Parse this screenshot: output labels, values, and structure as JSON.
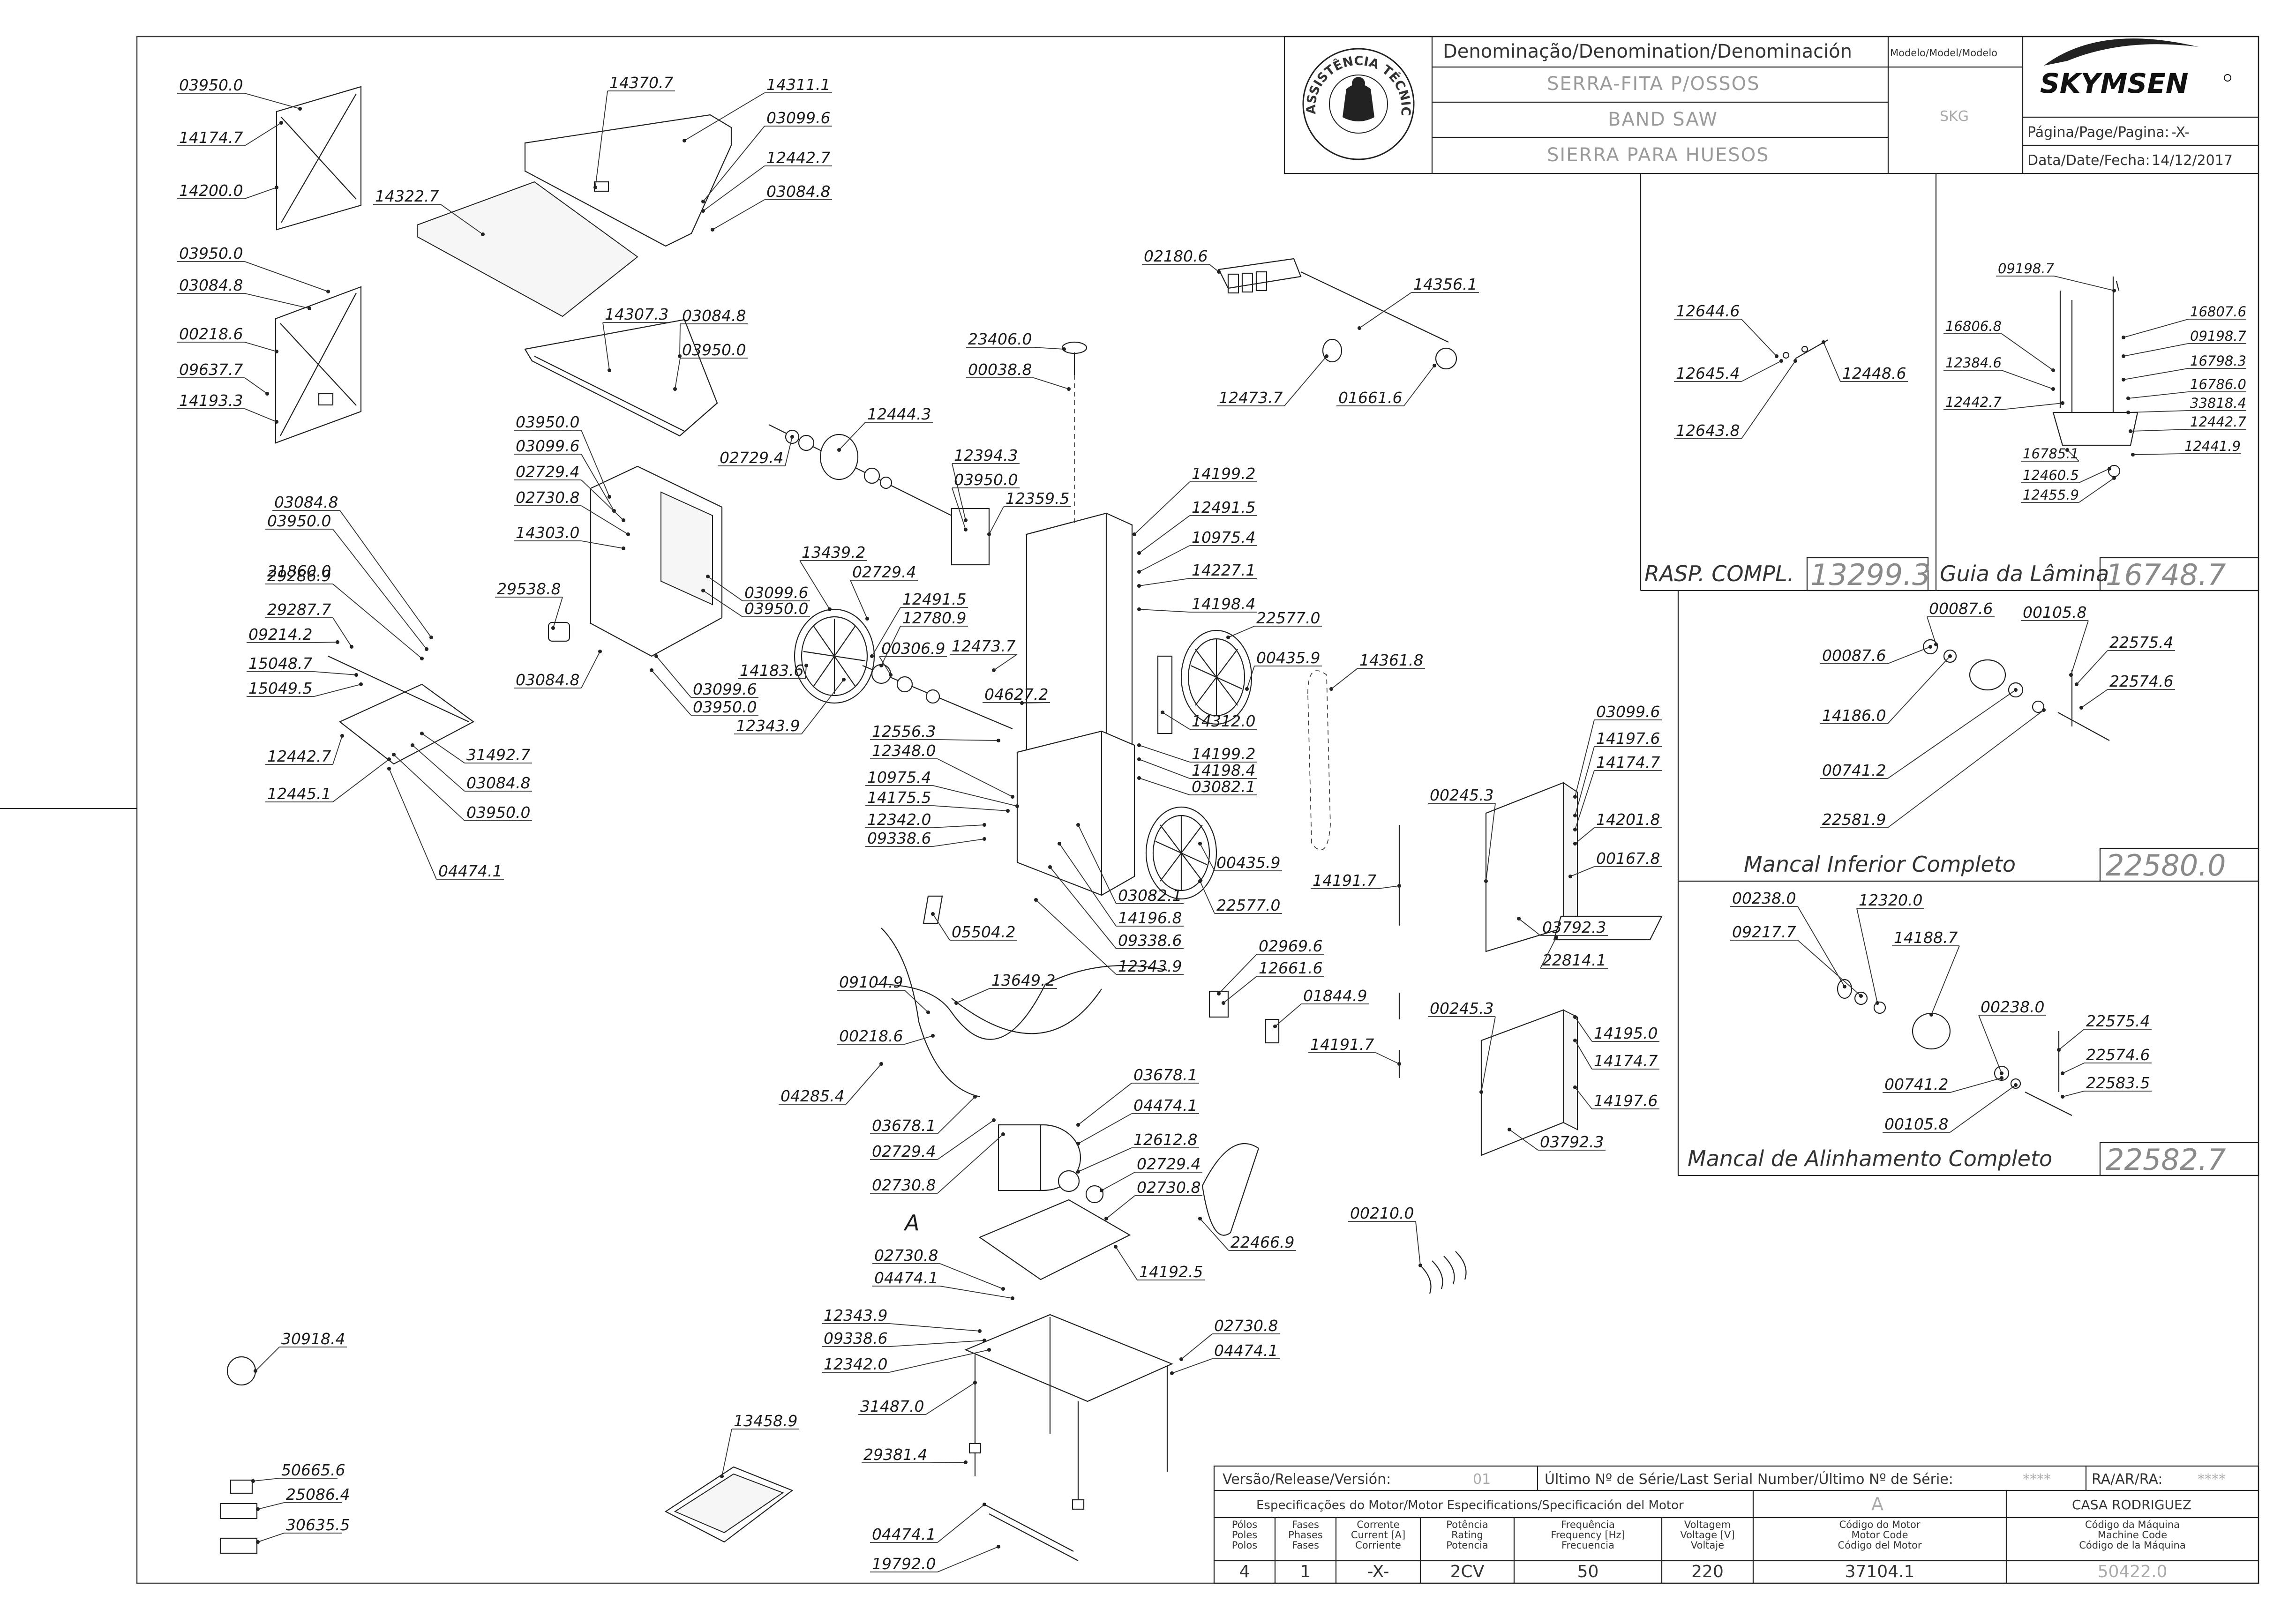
{
  "title_block": {
    "denomination_header": "Denominação/Denomination/Denominación",
    "model_header": "Modelo/Model/Modelo",
    "name_pt": "SERRA-FITA P/OSSOS",
    "name_en": "BAND SAW",
    "name_es": "SIERRA PARA HUESOS",
    "model": "SKG",
    "brand": "SKYMSEN",
    "page_label": "Página/Page/Pagina:",
    "page_value": "-X-",
    "date_label": "Data/Date/Fecha:",
    "date_value": "14/12/2017",
    "seal_text": "ASSISTÊNCIA TÉCNICA AUTORIZADA"
  },
  "insets": {
    "scraper": {
      "caption": "RASP. COMPL.",
      "code": "13299.3"
    },
    "blade_guide": {
      "caption": "Guia da Lâmina",
      "code": "16748.7"
    },
    "lower_bearing": {
      "caption": "Mancal Inferior Completo",
      "code": "22580.0"
    },
    "alignment_bearing": {
      "caption": "Mancal de Alinhamento Completo",
      "code": "22582.7"
    }
  },
  "detail_letter": "A",
  "part_numbers": {
    "p01": "03950.0",
    "p02": "14174.7",
    "p03": "14200.0",
    "p04": "03950.0",
    "p05": "03084.8",
    "p06": "00218.6",
    "p07": "09637.7",
    "p08": "14193.3",
    "p09": "14370.7",
    "p10": "14311.1",
    "p11": "03099.6",
    "p12": "12442.7",
    "p13": "03084.8",
    "p14": "14322.7",
    "p15": "14307.3",
    "p16": "03084.8",
    "p17": "03950.0",
    "p18": "03950.0",
    "p19": "03099.6",
    "p20": "02729.4",
    "p21": "02730.8",
    "p22": "14303.0",
    "p23": "29538.8",
    "p24": "03084.8",
    "p25": "03099.6",
    "p26": "03950.0",
    "p27": "03099.6",
    "p28": "03950.0",
    "p29": "03084.8",
    "p30": "03950.0",
    "p31": "29286.9",
    "p32": "21860.0",
    "p33": "29287.7",
    "p34": "09214.2",
    "p35": "15048.7",
    "p36": "15049.5",
    "p37": "12442.7",
    "p38": "12445.1",
    "p39": "31492.7",
    "p40": "03084.8",
    "p41": "03950.0",
    "p42": "04474.1",
    "p43": "02729.4",
    "p44": "12444.3",
    "p45": "12394.3",
    "p46": "03950.0",
    "p47": "12359.5",
    "p48": "13439.2",
    "p49": "02729.4",
    "p50": "12491.5",
    "p51": "12780.9",
    "p52": "00306.9",
    "p53": "14183.6",
    "p54": "12343.9",
    "p55": "12473.7",
    "p56": "04627.2",
    "p57": "23406.0",
    "p58": "00038.8",
    "p59": "02180.6",
    "p60": "14356.1",
    "p61": "12473.7",
    "p62": "01661.6",
    "p63": "14199.2",
    "p64": "12491.5",
    "p65": "10975.4",
    "p66": "14227.1",
    "p67": "14198.4",
    "p68": "22577.0",
    "p69": "00435.9",
    "p70": "14361.8",
    "p71": "14312.0",
    "p72": "14199.2",
    "p73": "14198.4",
    "p74": "03082.1",
    "p75": "12556.3",
    "p76": "12348.0",
    "p77": "10975.4",
    "p78": "14175.5",
    "p79": "12342.0",
    "p80": "09338.6",
    "p81": "00435.9",
    "p82": "22577.0",
    "p83": "03082.1",
    "p84": "14196.8",
    "p85": "09338.6",
    "p86": "12343.9",
    "p87": "05504.2",
    "p88": "13649.2",
    "p89": "09104.9",
    "p90": "00218.6",
    "p91": "04285.4",
    "p92": "02969.6",
    "p93": "12661.6",
    "p94": "01844.9",
    "p95": "03678.1",
    "p96": "02729.4",
    "p97": "02730.8",
    "p98": "03678.1",
    "p99": "04474.1",
    "p100": "12612.8",
    "p101": "02729.4",
    "p102": "02730.8",
    "p103": "22466.9",
    "p104": "14192.5",
    "p105": "02730.8",
    "p106": "04474.1",
    "p107": "12343.9",
    "p108": "09338.6",
    "p109": "12342.0",
    "p110": "31487.0",
    "p111": "02730.8",
    "p112": "04474.1",
    "p113": "29381.4",
    "p114": "13458.9",
    "p115": "04474.1",
    "p116": "19792.0",
    "p117": "30918.4",
    "p118": "50665.6",
    "p119": "25086.4",
    "p120": "30635.5",
    "p121": "00210.0",
    "p122": "14191.7",
    "p123": "00245.3",
    "p124": "03099.6",
    "p125": "14197.6",
    "p126": "14174.7",
    "p127": "14201.8",
    "p128": "00167.8",
    "p129": "03792.3",
    "p130": "22814.1",
    "p131": "14191.7",
    "p132": "00245.3",
    "p133": "14195.0",
    "p134": "14174.7",
    "p135": "14197.6",
    "p136": "03792.3",
    "s01": "12644.6",
    "s02": "12645.4",
    "s03": "12643.8",
    "s04": "12448.6",
    "g01": "09198.7",
    "g02": "16806.8",
    "g03": "12384.6",
    "g04": "12442.7",
    "g05": "16785.1",
    "g06": "12460.5",
    "g07": "12455.9",
    "g08": "16807.6",
    "g09": "09198.7",
    "g10": "16798.3",
    "g11": "16786.0",
    "g12": "33818.4",
    "g13": "12442.7",
    "g14": "12441.9",
    "l01": "00087.6",
    "l02": "00105.8",
    "l03": "00087.6",
    "l04": "22575.4",
    "l05": "22574.6",
    "l06": "14186.0",
    "l07": "00741.2",
    "l08": "22581.9",
    "a01": "00238.0",
    "a02": "12320.0",
    "a03": "09217.7",
    "a04": "14188.7",
    "a05": "00238.0",
    "a06": "22575.4",
    "a07": "22574.6",
    "a08": "00741.2",
    "a09": "22583.5",
    "a10": "00105.8"
  },
  "release_block": {
    "version_label": "Versão/Release/Versión:",
    "version_value": "01",
    "serial_label": "Último Nº de Série/Last Serial Number/Último Nº de Série:",
    "serial_value": "****",
    "ra_label": "RA/AR/RA:",
    "ra_value": "****"
  },
  "motor_spec": {
    "header": "Especificações do Motor/Motor Especifications/Specificación del Motor",
    "detail": "A",
    "client": "CASA RODRIGUEZ",
    "columns": [
      {
        "l1": "Pólos",
        "l2": "Poles",
        "l3": "Polos",
        "value": "4"
      },
      {
        "l1": "Fases",
        "l2": "Phases",
        "l3": "Fases",
        "value": "1"
      },
      {
        "l1": "Corrente",
        "l2": "Current [A]",
        "l3": "Corriente",
        "value": "-X-"
      },
      {
        "l1": "Potência",
        "l2": "Rating",
        "l3": "Potencia",
        "value": "2CV"
      },
      {
        "l1": "Frequência",
        "l2": "Frequency [Hz]",
        "l3": "Frecuencia",
        "value": "50"
      },
      {
        "l1": "Voltagem",
        "l2": "Voltage [V]",
        "l3": "Voltaje",
        "value": "220"
      },
      {
        "l1": "Código do Motor",
        "l2": "Motor Code",
        "l3": "Código del Motor",
        "value": "37104.1"
      },
      {
        "l1": "Código da Máquina",
        "l2": "Machine Code",
        "l3": "Código de la Máquina",
        "value": "50422.0"
      }
    ]
  }
}
